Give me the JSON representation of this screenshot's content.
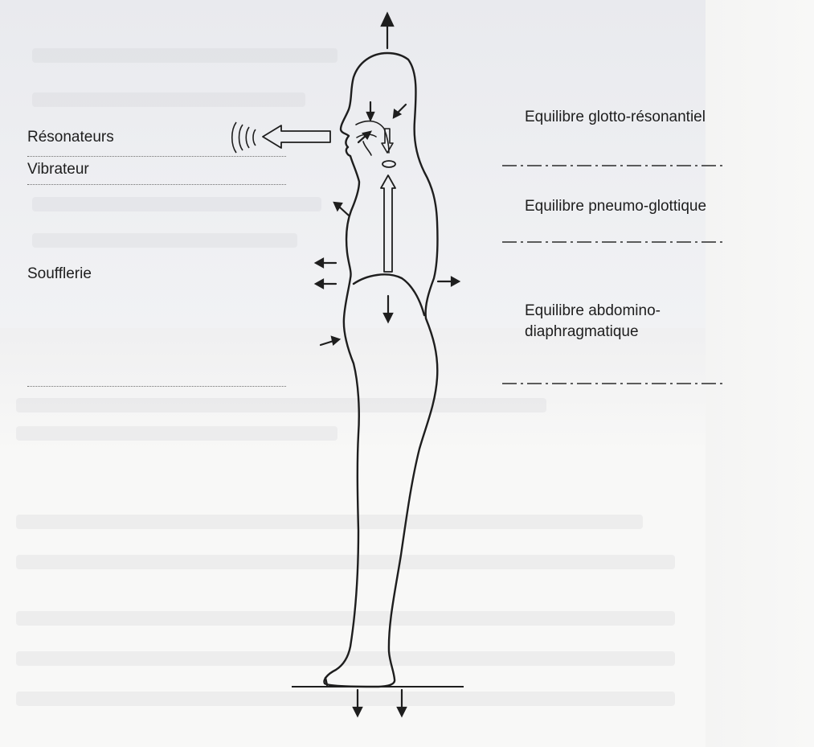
{
  "labels": {
    "resonateurs": "Résonateurs",
    "vibrateur": "Vibrateur",
    "soufflerie": "Soufflerie"
  },
  "equilibres": {
    "glotto_resonantiel": "Equilibre glotto-résonantiel",
    "pneumo_glottique": "Equilibre pneumo-glottique",
    "abdomino_line1": "Equilibre abdomino-",
    "abdomino_line2": "diaphragmatique"
  },
  "colors": {
    "ink": "#1e1e1e",
    "background": "#f8f8f7",
    "bleed_band": "#eceef1"
  },
  "icons": [
    "human-figure-silhouette",
    "sound-waves-icon",
    "arrow-up-icon",
    "arrow-down-icon",
    "arrow-left-icon",
    "arrow-right-icon"
  ]
}
